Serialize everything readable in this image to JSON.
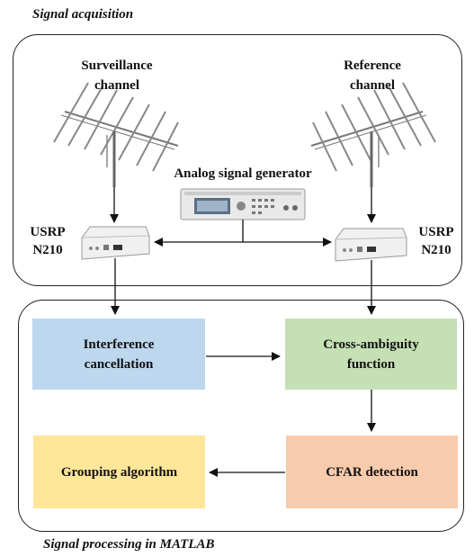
{
  "sections": {
    "acquisition_title": "Signal acquisition",
    "processing_title": "Signal processing in MATLAB"
  },
  "acquisition": {
    "surveillance_line1": "Surveillance",
    "surveillance_line2": "channel",
    "reference_line1": "Reference",
    "reference_line2": "channel",
    "generator_label": "Analog signal generator",
    "usrp_left_line1": "USRP",
    "usrp_left_line2": "N210",
    "usrp_right_line1": "USRP",
    "usrp_right_line2": "N210"
  },
  "processing": {
    "interference_line1": "Interference",
    "interference_line2": "cancellation",
    "cross_line1": "Cross-ambiguity",
    "cross_line2": "function",
    "grouping": "Grouping algorithm",
    "cfar": "CFAR detection"
  },
  "colors": {
    "interference": "#bdd7ee",
    "cross_ambiguity": "#c5e0b4",
    "grouping": "#ffe699",
    "cfar": "#f8cbad"
  }
}
